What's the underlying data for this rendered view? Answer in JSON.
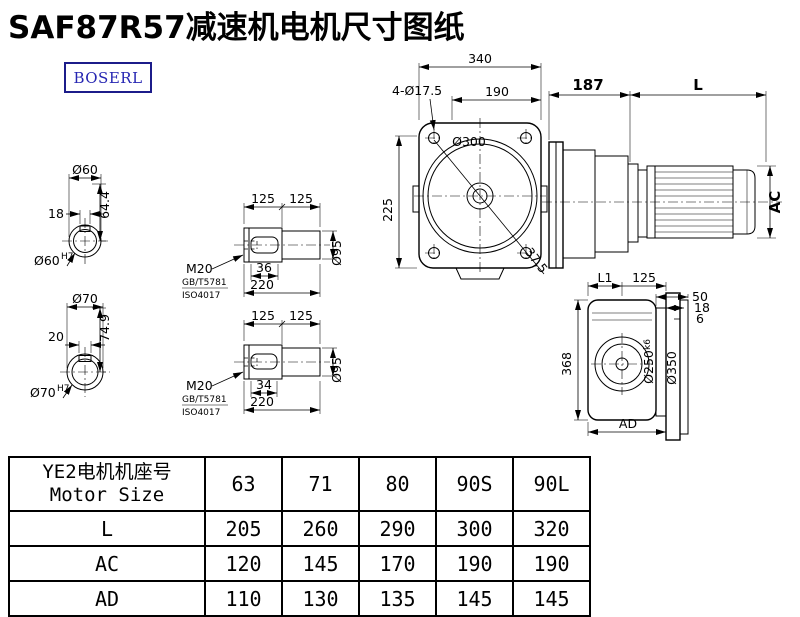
{
  "page": {
    "title": "SAF87R57减速机电机尺寸图纸",
    "logo": "BOSERL",
    "logo_border": "#1c1c8a",
    "logo_color": "#2525b2",
    "ink": "#000000"
  },
  "views": {
    "shaft60": {
      "dia": "Ø60",
      "key_width": "18",
      "key_height": "64.4",
      "bore": "Ø60",
      "bore_tol": "H7"
    },
    "shaft70": {
      "dia": "Ø70",
      "key_width": "20",
      "key_height": "74.9",
      "bore": "Ø70",
      "bore_tol": "H7"
    },
    "stub1": {
      "seg_a": "125",
      "seg_b": "125",
      "thread": "M20",
      "std1": "GB/T5781",
      "std2": "ISO4017",
      "key_len": "36",
      "total_len": "220",
      "dia": "Ø95"
    },
    "stub2": {
      "seg_a": "125",
      "seg_b": "125",
      "thread": "M20",
      "std1": "GB/T5781",
      "std2": "ISO4017",
      "key_len": "34",
      "total_len": "220",
      "dia": "Ø95"
    },
    "front": {
      "overall_width": "340",
      "bolt_holes": "4-Ø17.5",
      "bolt_span": "190",
      "flange_dia": "Ø300",
      "center_height": "225",
      "corner_dim": "37.5"
    },
    "side": {
      "gear_length": "187",
      "motor_length": "L",
      "motor_height": "AC"
    },
    "rear": {
      "l1": "L1",
      "flange_offset": "125",
      "d50": "50",
      "d18": "18",
      "d6": "6",
      "height": "368",
      "spigot": "Ø250",
      "spigot_tol": "k6",
      "flange_od": "Ø350",
      "ad": "AD"
    }
  },
  "table": {
    "header_cn": "YE2电机机座号",
    "header_en": "Motor Size",
    "sizes": [
      "63",
      "71",
      "80",
      "90S",
      "90L"
    ],
    "rows": [
      {
        "label": "L",
        "values": [
          "205",
          "260",
          "290",
          "300",
          "320"
        ]
      },
      {
        "label": "AC",
        "values": [
          "120",
          "145",
          "170",
          "190",
          "190"
        ]
      },
      {
        "label": "AD",
        "values": [
          "110",
          "130",
          "135",
          "145",
          "145"
        ]
      }
    ]
  }
}
